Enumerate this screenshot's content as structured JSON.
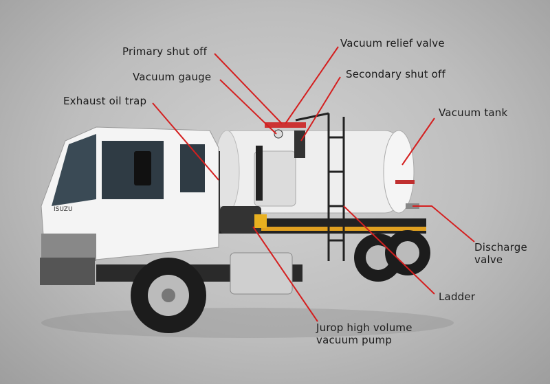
{
  "labels": {
    "primary_shut_off": "Primary shut off",
    "vacuum_relief_valve": "Vacuum relief valve",
    "vacuum_gauge": "Vacuum gauge",
    "secondary_shut_off": "Secondary shut off",
    "exhaust_oil_trap": "Exhaust oil trap",
    "vacuum_tank": "Vacuum tank",
    "discharge_valve_1": "Discharge",
    "discharge_valve_2": "valve",
    "ladder": "Ladder",
    "pump_1": "Jurop high volume",
    "pump_2": "vacuum pump"
  },
  "truck_badge": "ISUZU",
  "colors": {
    "leader_line": "#d41f1f",
    "background": "#bdbdbd"
  }
}
